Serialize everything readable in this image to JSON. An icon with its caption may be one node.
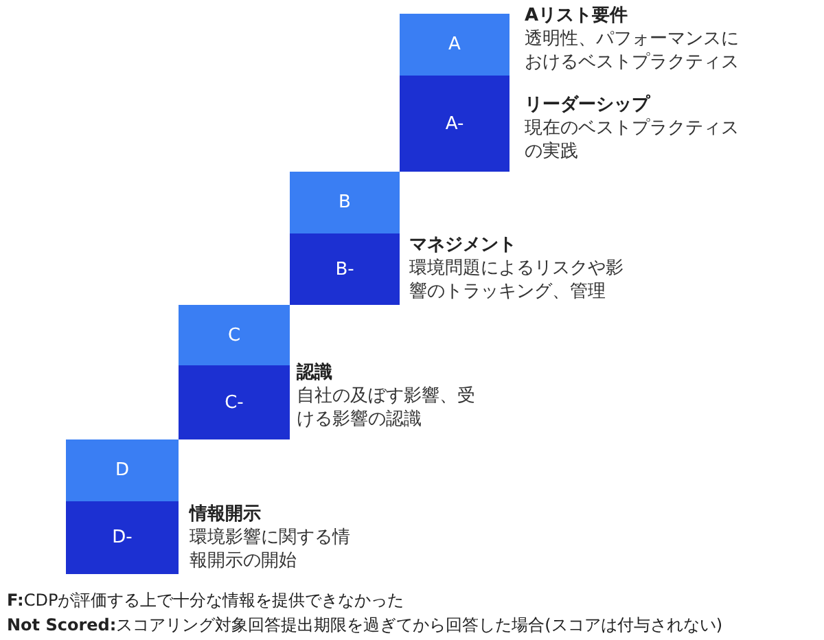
{
  "diagram": {
    "nodes": [
      {
        "text": [
          "A"
        ],
        "beside": [
          "Aリスト要件",
          "透明性、パフォーマンスにおけるベストプラクティス"
        ]
      },
      {
        "text": [
          "A-"
        ],
        "beside": [
          "リーダーシップ",
          "現在のベストプラクティスの実践"
        ]
      },
      {
        "text": [
          "B"
        ]
      },
      {
        "text": [
          "B-"
        ],
        "beside": [
          "マネジメント",
          "環境問題によるリスクや影響のトラッキング、管理"
        ]
      },
      {
        "text": [
          "C"
        ]
      },
      {
        "text": [
          "C-"
        ],
        "beside": [
          "認識",
          "自社の及ぼす影響、受ける影響の認識"
        ]
      },
      {
        "text": [
          "D"
        ]
      },
      {
        "text": [
          "D-"
        ],
        "beside": [
          "情報開示",
          "環境影響に関する情報開示の開始"
        ]
      }
    ],
    "labels": [
      "**F:**CDPが評価する上で十分な情報を提供できなかった",
      "**Not Scored:**スコアリング対象回答提出期限を過ぎてから回答した場合(スコアは付与されない)"
    ]
  }
}
